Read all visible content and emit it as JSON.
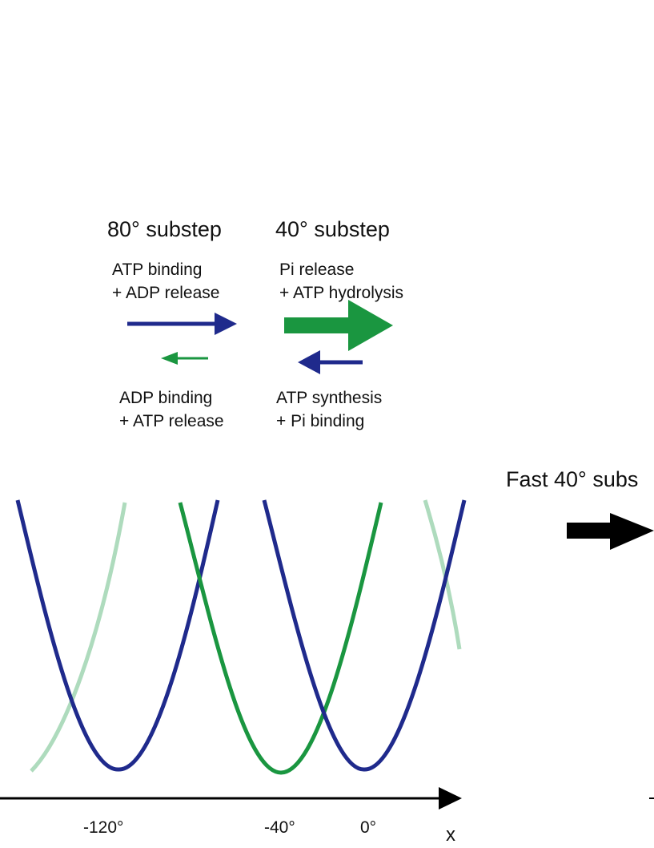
{
  "colors": {
    "blue": "#1f2a8c",
    "green": "#1a9640",
    "light_green": "#aedbbd",
    "black": "#000000"
  },
  "top_panel": {
    "substep_80": {
      "title": "80° substep",
      "forward_label": "ATP binding\n+ ADP release",
      "reverse_label": "ADP binding\n+ ATP release"
    },
    "substep_40": {
      "title": "40° substep",
      "forward_label": "Pi release\n+ ATP hydrolysis",
      "reverse_label": "ATP synthesis\n+ Pi binding"
    }
  },
  "side_label": "Fast 40° subs",
  "axis": {
    "x_label": "x",
    "ticks": [
      "-120°",
      "-40°",
      "0°"
    ]
  }
}
